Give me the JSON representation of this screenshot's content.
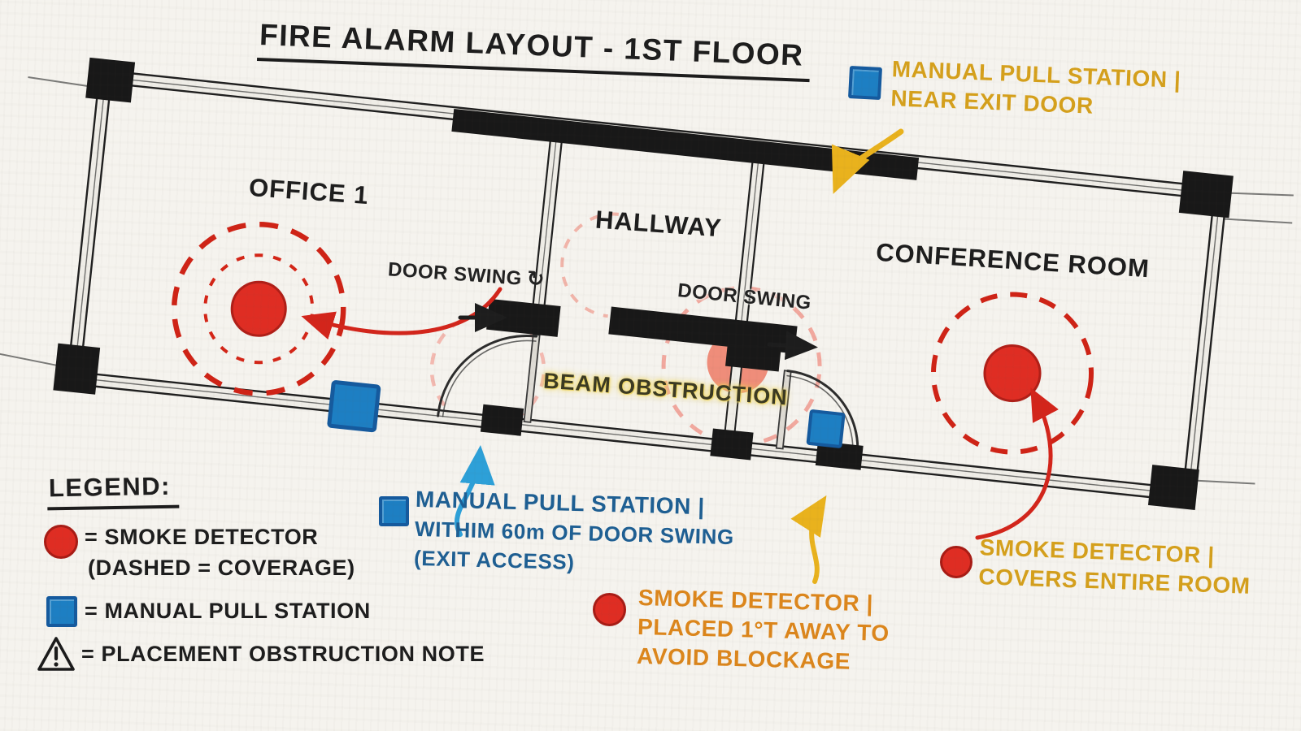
{
  "title": "FIRE ALARM LAYOUT - 1ST FLOOR",
  "rooms": {
    "office": "OFFICE 1",
    "hallway": "HALLWAY",
    "conference": "CONFERENCE ROOM"
  },
  "plan": {
    "door_swing_1": "DOOR SWING",
    "door_swing_1_icon": "↻",
    "door_swing_2": "DOOR SWING",
    "beam_line1": "BEAM",
    "beam_line2": "OBSTRUCTION"
  },
  "annotations": {
    "pull_station_exit": {
      "line1": "MANUAL PULL STATION |",
      "line2": "NEAR EXIT DOOR"
    },
    "pull_station_door_swing": {
      "line1": "MANUAL PULL STATION |",
      "line2": "WITHIM 60m OF DOOR SWING",
      "line3": "(EXIT ACCESS)"
    },
    "smoke_detector_blockage": {
      "line1": "SMOKE DETECTOR |",
      "line2": "PLACED 1°T AWAY TO",
      "line3": "AVOID BLOCKAGE"
    },
    "smoke_detector_coverage": {
      "line1": "SMOKE DETECTOR |",
      "line2": "COVERS ENTIRE ROOM"
    }
  },
  "legend": {
    "heading": "LEGEND:",
    "smoke": {
      "icon": "smoke-detector-icon",
      "label": "= SMOKE DETECTOR",
      "sublabel": "(DASHED = COVERAGE)"
    },
    "pull": {
      "icon": "pull-station-icon",
      "label": "= MANUAL PULL STATION"
    },
    "obstruction": {
      "icon": "warning-triangle-icon",
      "label": "= PLACEMENT OBSTRUCTION NOTE"
    }
  },
  "colors": {
    "paper": "#f5f3ee",
    "ink": "#1d1d1d",
    "detector_red": "#df2d23",
    "coverage_red": "#cf2316",
    "faded_detector": "#ee8773",
    "pull_station_blue": "#1d7fc3",
    "pull_station_border": "#155a9e",
    "gold_text": "#d5a01c",
    "orange_text": "#dc861c",
    "blue_text": "#1e5f93",
    "yellow_arrow": "#e9b21d",
    "blue_arrow": "#2da0d8",
    "red_arrow": "#d3251b"
  }
}
